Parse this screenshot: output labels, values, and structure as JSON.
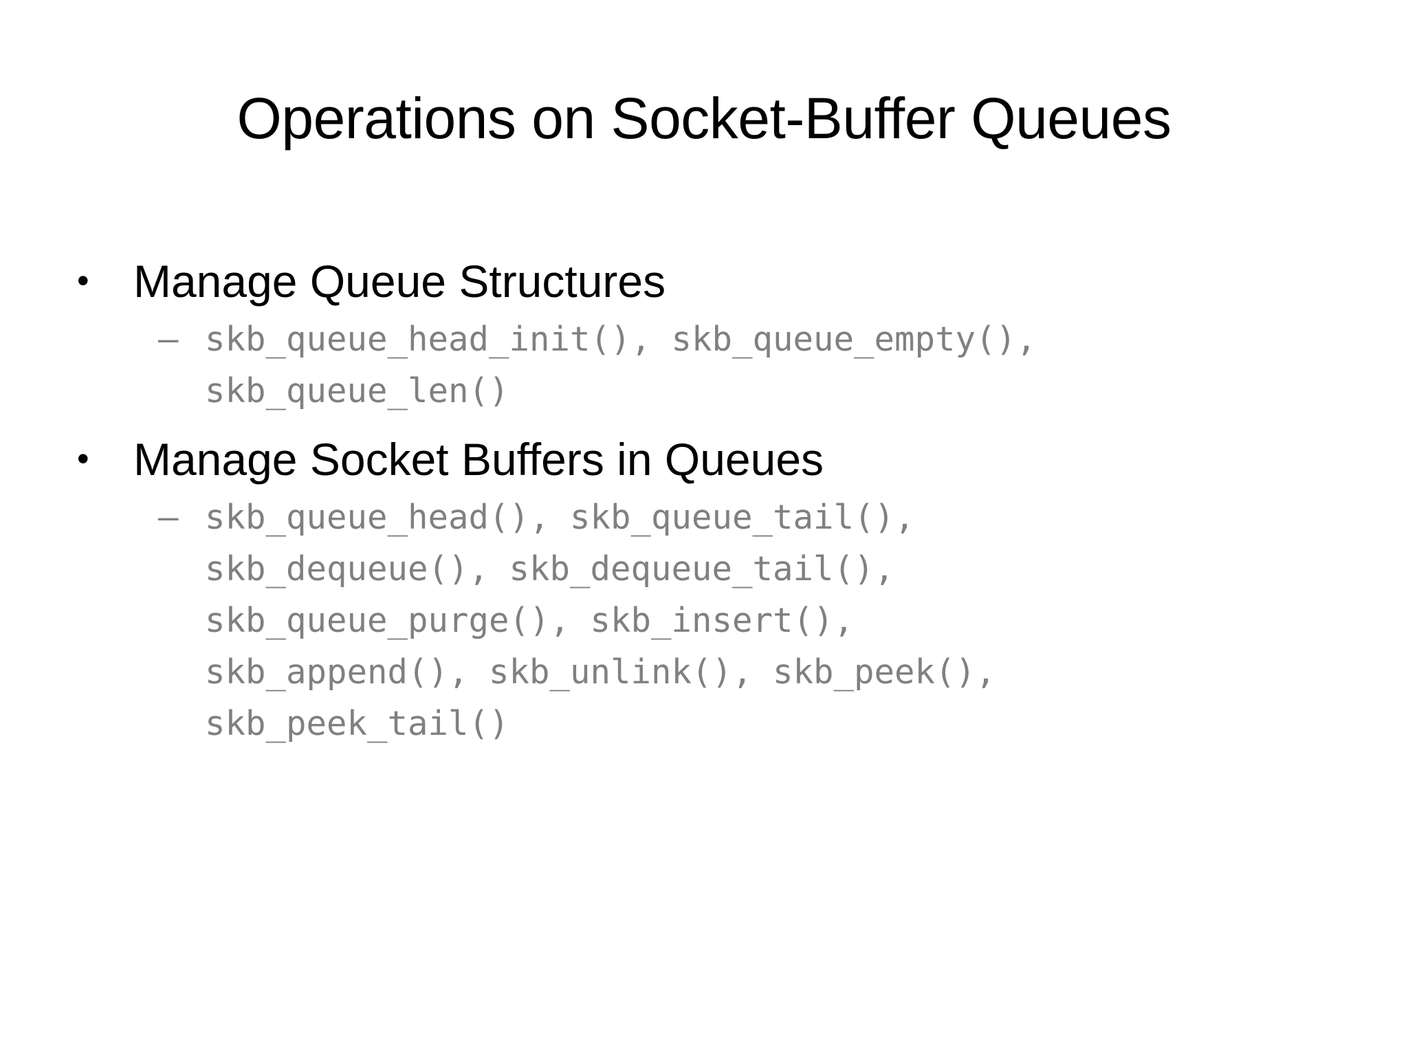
{
  "slide": {
    "title": "Operations on Socket-Buffer Queues",
    "background_color": "#ffffff",
    "title_color": "#000000",
    "bullet_color": "#000000",
    "code_color": "#808080",
    "bullet_marker": "•",
    "sub_marker": "–",
    "groups": [
      {
        "heading": "Manage Queue Structures",
        "code_lines": [
          "skb_queue_head_init(), skb_queue_empty(),",
          "skb_queue_len()"
        ]
      },
      {
        "heading": "Manage Socket Buffers in Queues",
        "code_lines": [
          "skb_queue_head(), skb_queue_tail(),",
          "skb_dequeue(), skb_dequeue_tail(),",
          "skb_queue_purge(), skb_insert(),",
          "skb_append(), skb_unlink(), skb_peek(),",
          "skb_peek_tail()"
        ]
      }
    ]
  }
}
